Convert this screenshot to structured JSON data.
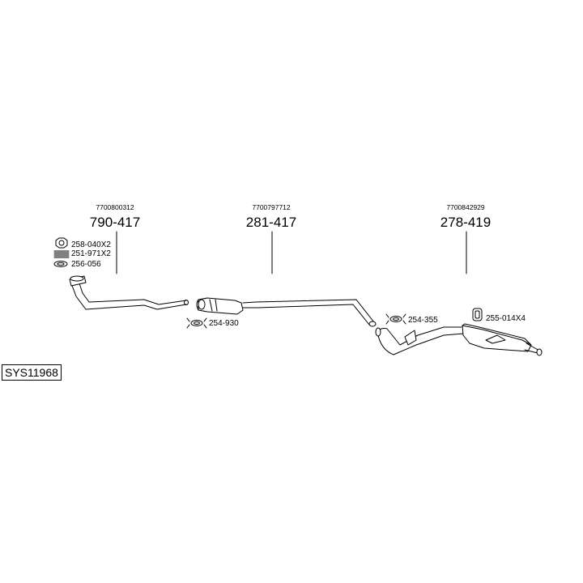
{
  "diagram": {
    "system_code": "SYS11968",
    "parts": [
      {
        "oem": "7700800312",
        "number": "790-417"
      },
      {
        "oem": "7700797712",
        "number": "281-417"
      },
      {
        "oem": "7700842929",
        "number": "278-419"
      }
    ],
    "accessories": [
      {
        "code": "258-040X2",
        "icon": "nut-icon"
      },
      {
        "code": "251-971X2",
        "icon": "spring-icon"
      },
      {
        "code": "256-056",
        "icon": "gasket-ring-icon"
      },
      {
        "code": "254-930",
        "icon": "clamp-icon"
      },
      {
        "code": "254-355",
        "icon": "clamp-icon"
      },
      {
        "code": "255-014X4",
        "icon": "rubber-hanger-icon"
      }
    ],
    "line_color": "#000000",
    "fill_color": "#ffffff"
  }
}
